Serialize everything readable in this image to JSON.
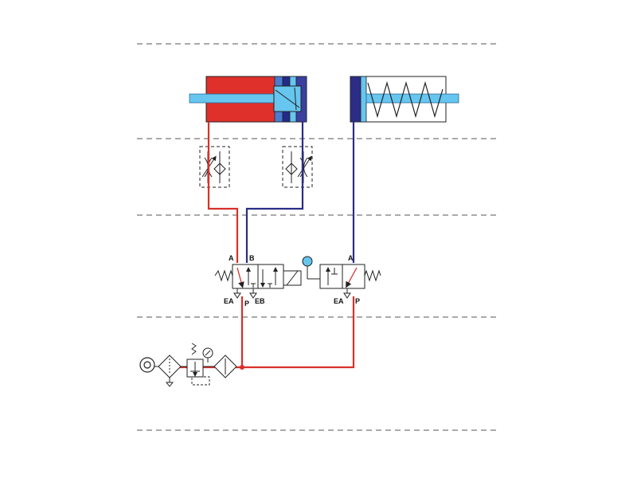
{
  "colors": {
    "pressure_line": "#d8312b",
    "return_line": "#2b2d86",
    "cylinder_body_red": "#e0302b",
    "piston_blue": "#3b3fa0",
    "rod_light_blue": "#66c6ef",
    "spring": "#222222",
    "divider": "#555555",
    "symbol_stroke": "#222222"
  },
  "valve_left": {
    "port_a": "A",
    "port_b": "B",
    "port_ea": "EA",
    "port_p": "P",
    "port_eb": "EB"
  },
  "valve_right": {
    "port_a": "A",
    "port_ea": "EA",
    "port_p": "P"
  },
  "icons": [
    "double-acting-cylinder-icon",
    "single-acting-spring-cylinder-icon",
    "flow-control-valve-icon",
    "five-port-solenoid-valve-icon",
    "three-port-manual-valve-icon",
    "air-source-icon",
    "filter-icon",
    "pressure-regulator-icon",
    "pressure-gauge-icon",
    "lubricator-icon",
    "spring-icon",
    "exhaust-arrow-icon",
    "push-button-icon"
  ]
}
